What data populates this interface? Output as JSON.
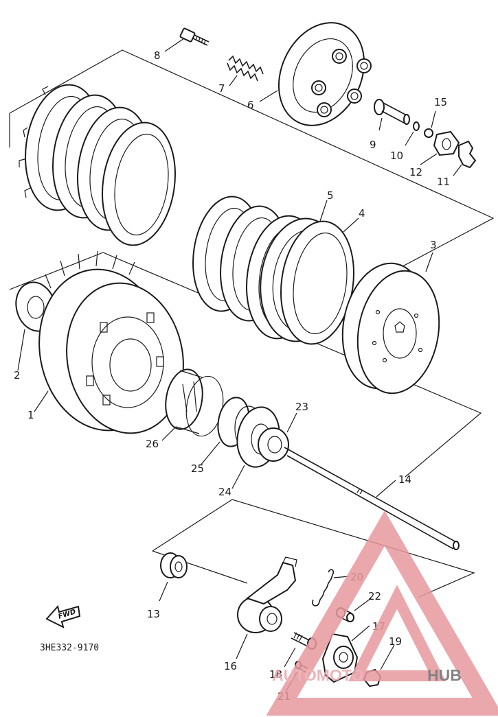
{
  "diagram": {
    "callouts": [
      {
        "id": "8",
        "text": "8"
      },
      {
        "id": "7",
        "text": "7"
      },
      {
        "id": "6",
        "text": "6"
      },
      {
        "id": "15",
        "text": "15"
      },
      {
        "id": "9",
        "text": "9"
      },
      {
        "id": "10",
        "text": "10"
      },
      {
        "id": "12",
        "text": "12"
      },
      {
        "id": "11",
        "text": "11"
      },
      {
        "id": "5",
        "text": "5"
      },
      {
        "id": "4",
        "text": "4"
      },
      {
        "id": "3",
        "text": "3"
      },
      {
        "id": "2",
        "text": "2"
      },
      {
        "id": "1",
        "text": "1"
      },
      {
        "id": "26",
        "text": "26"
      },
      {
        "id": "25",
        "text": "25"
      },
      {
        "id": "24",
        "text": "24"
      },
      {
        "id": "23",
        "text": "23"
      },
      {
        "id": "14",
        "text": "14"
      },
      {
        "id": "20",
        "text": "20"
      },
      {
        "id": "22",
        "text": "22"
      },
      {
        "id": "17",
        "text": "17"
      },
      {
        "id": "19",
        "text": "19"
      },
      {
        "id": "13",
        "text": "13"
      },
      {
        "id": "16",
        "text": "16"
      },
      {
        "id": "18",
        "text": "18"
      },
      {
        "id": "21",
        "text": "21"
      }
    ],
    "fwd_label": "FWD",
    "part_code": "3HE332-9170"
  },
  "watermark": {
    "text_left": "AUTOMOTO",
    "text_right": "HUB",
    "color_logo": "#e8999e",
    "color_text": "#6d6d6d"
  }
}
